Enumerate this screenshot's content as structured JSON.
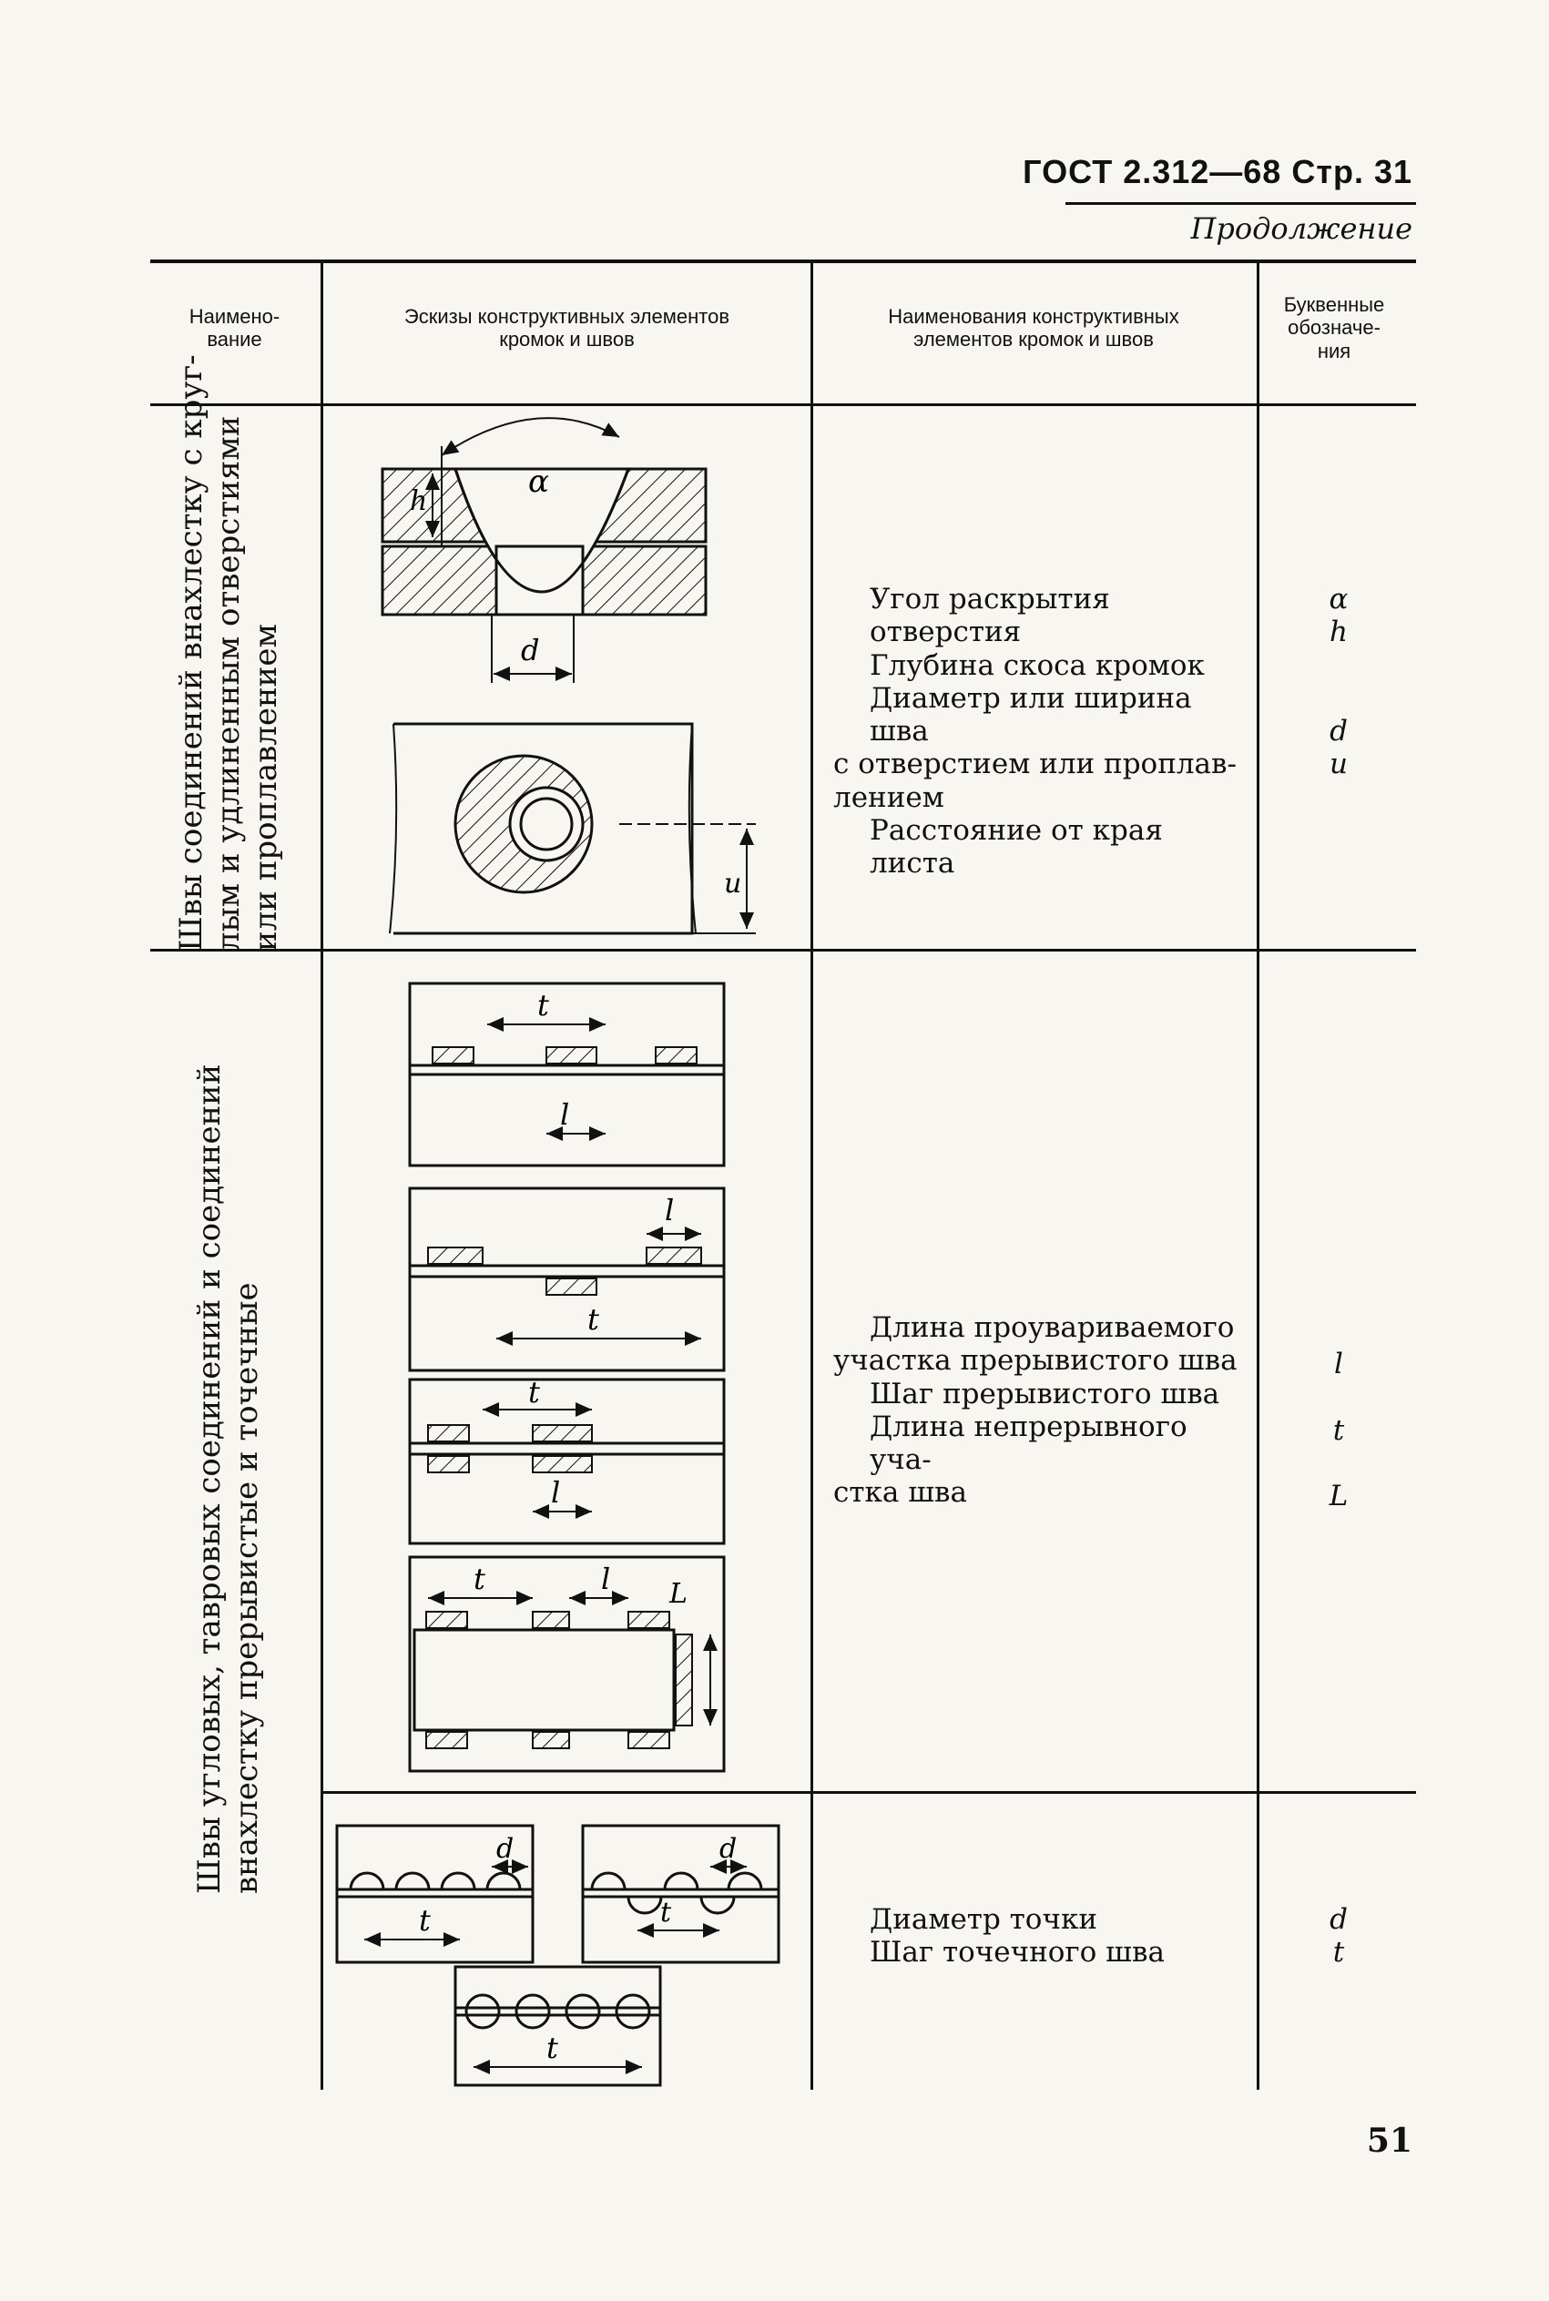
{
  "header": {
    "standard_ref": "ГОСТ 2.312—68 Стр. 31",
    "continuation": "Продолжение"
  },
  "table": {
    "columns": [
      {
        "label": "Наимено-\nвание"
      },
      {
        "label": "Эскизы конструктивных элементов\nкромок и швов"
      },
      {
        "label": "Наименования конструктивных\nэлементов кромок и швов"
      },
      {
        "label": "Буквенные\nобозначе-\nния"
      }
    ],
    "rows": [
      {
        "section_name": "Швы соединений внахлестку с круг-\nлым и удлиненным отверстиями\nили проплавлением",
        "element_names": [
          "Угол раскрытия отверстия",
          "Глубина скоса кромок",
          "Диаметр или ширина шва",
          "с отверстием или проплав-",
          "лением",
          "Расстояние от края листа"
        ],
        "symbols": [
          "α",
          "h",
          "",
          "",
          "d",
          "u"
        ]
      },
      {
        "section_name": "Швы угловых, тавровых соединений и соединений\nвнахлестку прерывистые и точечные",
        "element_names": [
          "Длина проувариваемого",
          "участка прерывистого шва",
          "Шаг прерывистого шва",
          "Длина непрерывного уча-",
          "стка шва"
        ],
        "symbols": [
          "l",
          "",
          "t",
          "",
          "L"
        ]
      },
      {
        "element_names": [
          "Диаметр точки",
          "Шаг точечного шва"
        ],
        "symbols": [
          "d",
          "t"
        ]
      }
    ]
  },
  "sketch_labels": {
    "alpha": "α",
    "h": "h",
    "d": "d",
    "u": "u",
    "t": "t",
    "l": "l",
    "L": "L"
  },
  "page_number": "51"
}
